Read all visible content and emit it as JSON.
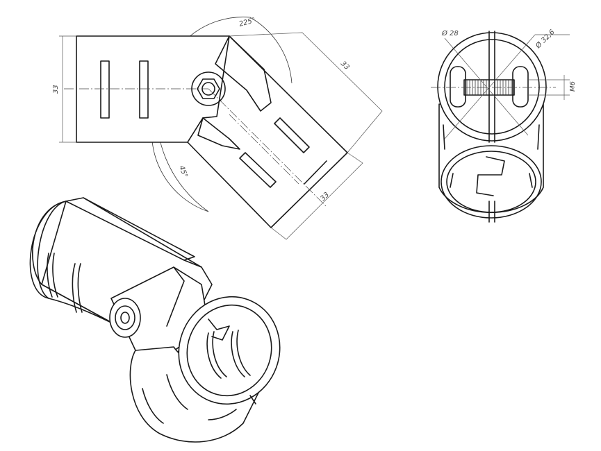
{
  "dimensions": {
    "top_view": {
      "height_left": "33",
      "diag_upper": "33",
      "diag_lower": "33",
      "angle_large": "225°",
      "angle_small": "45°"
    },
    "side_view": {
      "inner_diameter": "Ø 28",
      "outer_diameter": "Ø 32,6",
      "thread": "M6"
    }
  }
}
